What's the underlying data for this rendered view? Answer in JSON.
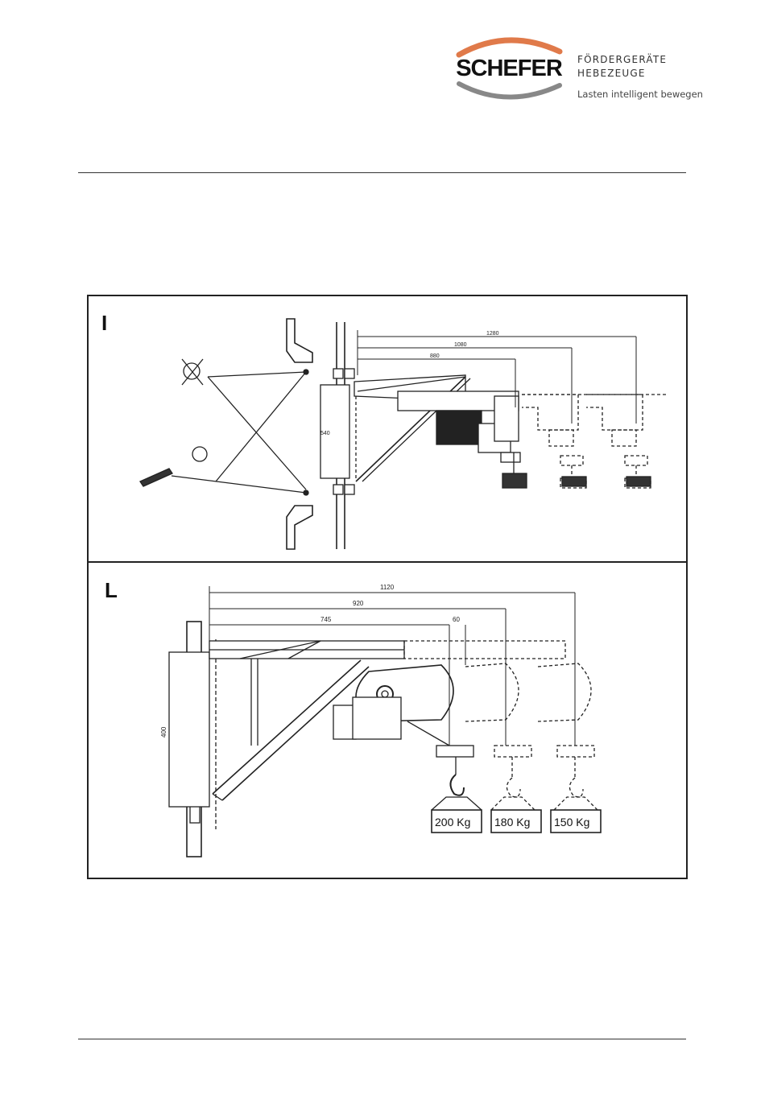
{
  "header": {
    "logo_text": "SCHEFER",
    "brand_line1": "FÖRDERGERÄTE",
    "brand_line2": "HEBEZEUGE",
    "tagline": "Lasten intelligent bewegen"
  },
  "diagram": {
    "panel_i": {
      "label": "I",
      "dims": [
        "1280",
        "1080",
        "880"
      ],
      "height_dim": "540"
    },
    "panel_l": {
      "label": "L",
      "dims": [
        "1120",
        "920",
        "745",
        "60"
      ],
      "height_dim": "400",
      "loads": [
        "200 Kg",
        "180 Kg",
        "150 Kg"
      ]
    }
  }
}
